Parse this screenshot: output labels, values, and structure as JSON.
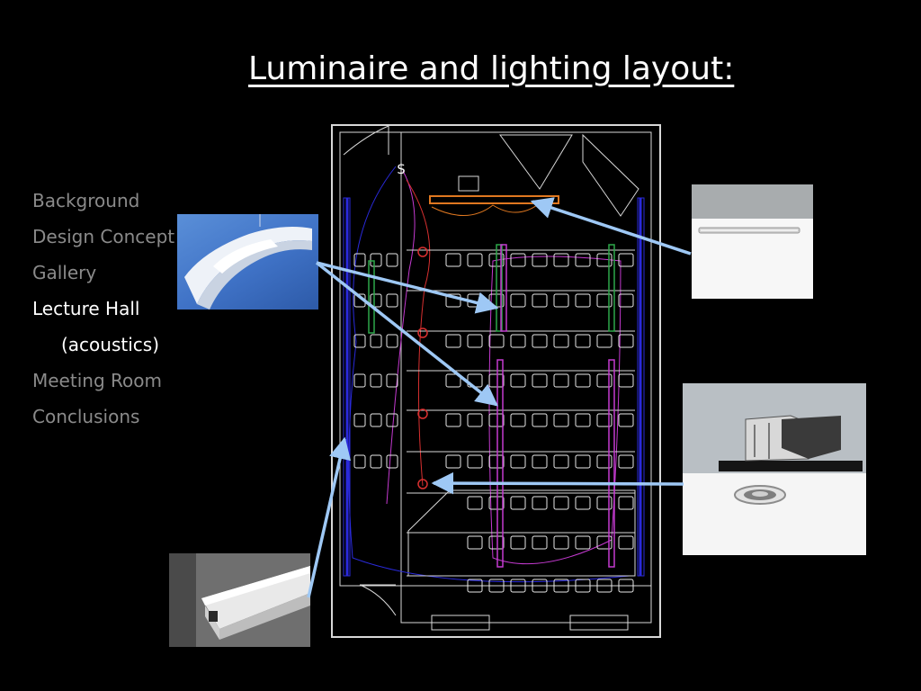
{
  "slide": {
    "title": "Luminaire and lighting layout:"
  },
  "nav": {
    "items": [
      {
        "label": "Background",
        "active": false
      },
      {
        "label": "Design Concept",
        "active": false
      },
      {
        "label": "Gallery",
        "active": false
      },
      {
        "label": "Lecture Hall",
        "active": true
      },
      {
        "label": "(acoustics)",
        "active": false,
        "sub": true
      },
      {
        "label": "Meeting Room",
        "active": false
      },
      {
        "label": "Conclusions",
        "active": false
      }
    ]
  },
  "plan": {
    "switch_symbol": "$",
    "colors": {
      "walls": "#d8d8d8",
      "seats": "#e8e8e8",
      "wall_track": "#2a2adb",
      "pendant_rows": "#c43ad0",
      "center_circuit": "#d83030",
      "front_wash": "#e07820",
      "green_rows": "#2ea84a",
      "pointer_arrows": "#9ec8f5"
    }
  },
  "photos": [
    {
      "id": "pendant",
      "icon": "pendant-luminaire-photo"
    },
    {
      "id": "wallwash",
      "icon": "wall-wash-luminaire-photo"
    },
    {
      "id": "downlight",
      "icon": "recessed-downlight-photo"
    },
    {
      "id": "strip",
      "icon": "linear-strip-luminaire-photo"
    }
  ]
}
